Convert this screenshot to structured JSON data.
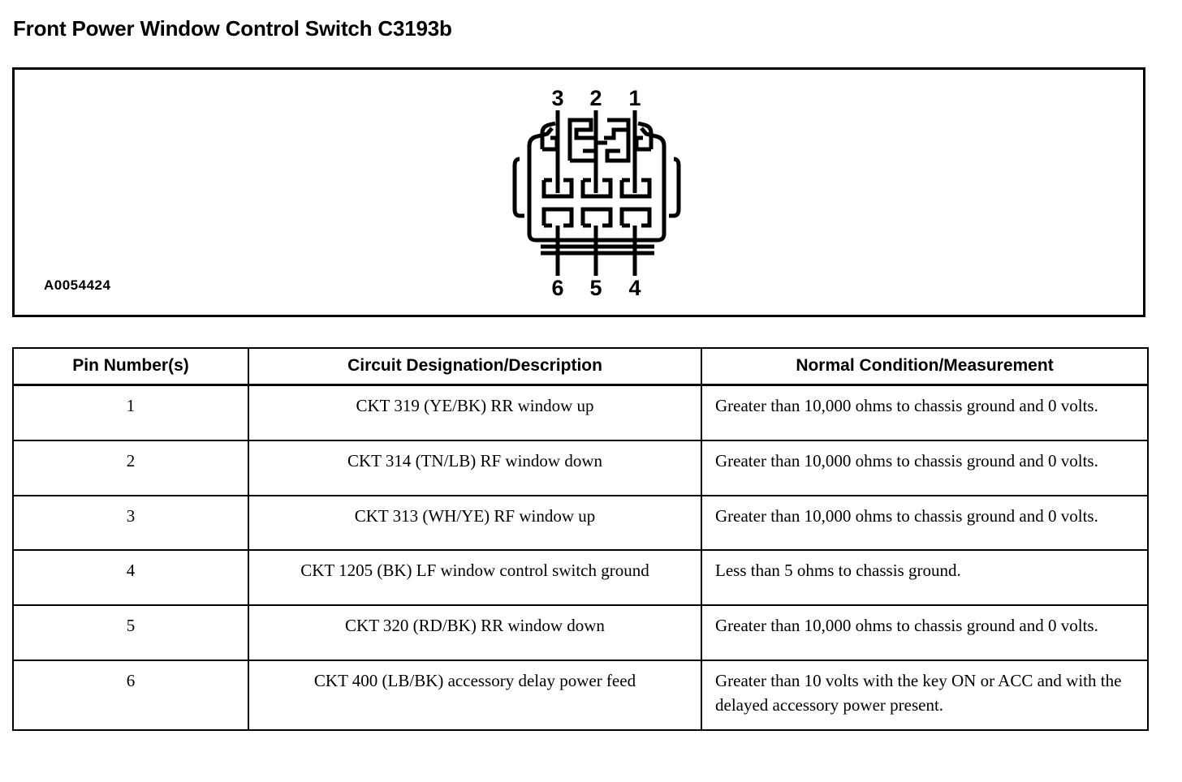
{
  "document": {
    "title": "Front Power Window Control Switch C3193b"
  },
  "diagram": {
    "art_number": "A0054424",
    "connector_type": "6-way automotive connector face view",
    "top_row_pin_labels": [
      "3",
      "2",
      "1"
    ],
    "bottom_row_pin_labels": [
      "6",
      "5",
      "4"
    ],
    "colors": {
      "line": "#000000",
      "background": "#ffffff"
    }
  },
  "table": {
    "headers": [
      "Pin Number(s)",
      "Circuit Designation/Description",
      "Normal Condition/Measurement"
    ],
    "rows": [
      {
        "pin": "1",
        "description": "CKT 319 (YE/BK) RR window up",
        "measurement": "Greater than 10,000 ohms to chassis ground and 0 volts."
      },
      {
        "pin": "2",
        "description": "CKT 314 (TN/LB) RF window down",
        "measurement": "Greater than 10,000 ohms to chassis ground and 0 volts."
      },
      {
        "pin": "3",
        "description": "CKT 313 (WH/YE) RF window up",
        "measurement": "Greater than 10,000 ohms to chassis ground and 0 volts."
      },
      {
        "pin": "4",
        "description": "CKT 1205 (BK) LF window control switch ground",
        "measurement": "Less than 5 ohms to chassis ground."
      },
      {
        "pin": "5",
        "description": "CKT 320 (RD/BK) RR window down",
        "measurement": "Greater than 10,000 ohms to chassis ground and 0 volts."
      },
      {
        "pin": "6",
        "description": "CKT 400 (LB/BK) accessory delay power feed",
        "measurement": "Greater than 10 volts with the key ON or ACC and with the delayed accessory power present."
      }
    ]
  }
}
